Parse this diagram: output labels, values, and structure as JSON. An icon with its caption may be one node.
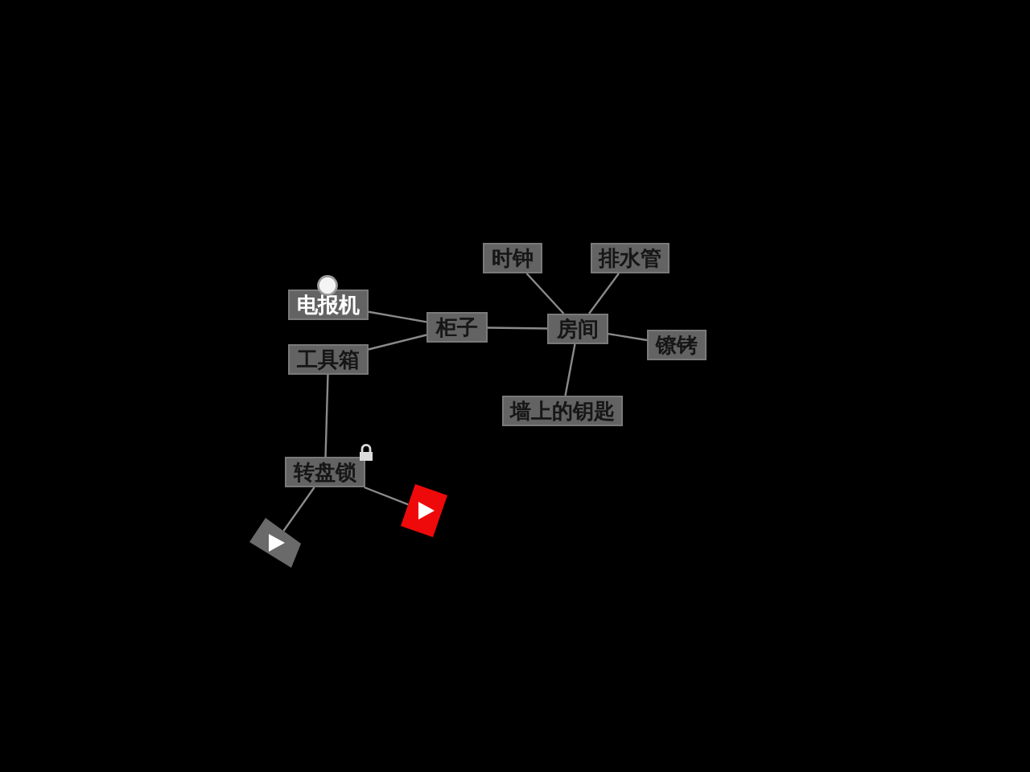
{
  "diagram": {
    "nodes": [
      {
        "text": [
          "电报机"
        ]
      },
      {
        "text": [
          "柜子"
        ]
      },
      {
        "text": [
          "工具箱"
        ]
      },
      {
        "text": [
          "时钟"
        ]
      },
      {
        "text": [
          "排水管"
        ]
      },
      {
        "text": [
          "房间"
        ]
      },
      {
        "text": [
          "镣铐"
        ]
      },
      {
        "text": [
          "墙上的钥匙"
        ]
      },
      {
        "text": [
          "转盘锁"
        ]
      },
      {
        "text": [],
        "shape": "box"
      },
      {
        "text": [],
        "shape": "box"
      }
    ],
    "edges": [
      {
        "from": 0,
        "to": 1,
        "arrow": "none"
      },
      {
        "from": 2,
        "to": 1,
        "arrow": "none"
      },
      {
        "from": 1,
        "to": 5,
        "arrow": "none"
      },
      {
        "from": 3,
        "to": 5,
        "arrow": "none"
      },
      {
        "from": 4,
        "to": 5,
        "arrow": "none"
      },
      {
        "from": 5,
        "to": 6,
        "arrow": "none"
      },
      {
        "from": 5,
        "to": 7,
        "arrow": "none"
      },
      {
        "from": 2,
        "to": 8,
        "arrow": "none"
      },
      {
        "from": 8,
        "to": 9,
        "arrow": "none"
      },
      {
        "from": 8,
        "to": 10,
        "arrow": "none"
      }
    ]
  }
}
